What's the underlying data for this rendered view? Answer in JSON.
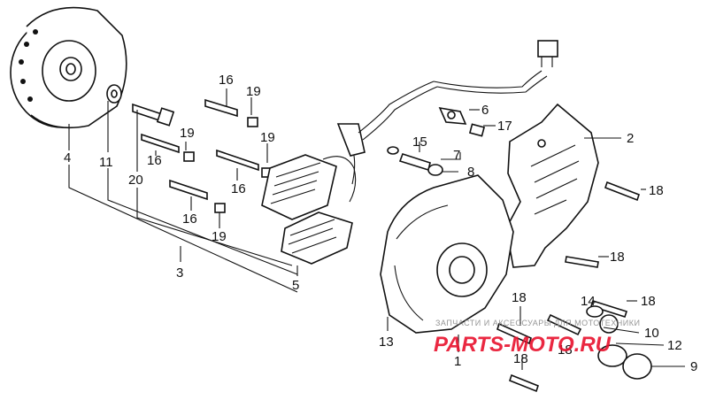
{
  "diagram": {
    "labels": [
      "1",
      "2",
      "3",
      "4",
      "5",
      "6",
      "7",
      "8",
      "9",
      "10",
      "11",
      "12",
      "13",
      "14",
      "15",
      "16",
      "17",
      "18",
      "19",
      "20"
    ]
  },
  "watermark": {
    "brand": "PARTS-MOTO.RU",
    "tagline": "ЗАПЧАСТИ И АКСЕССУАРЫ ДЛЯ МОТОТЕХНИКИ"
  }
}
